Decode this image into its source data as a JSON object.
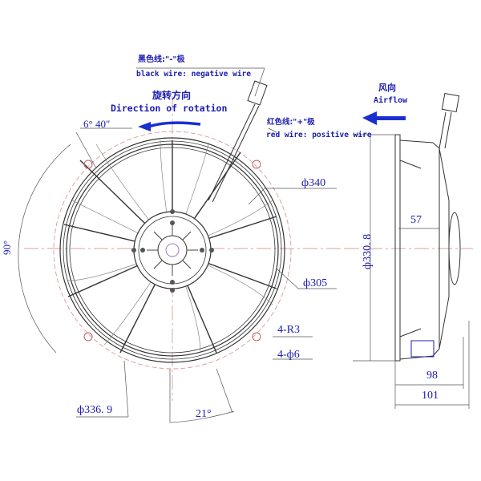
{
  "annotations": {
    "black_wire_cn": "黑色线:\"-\"极",
    "black_wire_en": "black wire: negative wire",
    "rotation_cn": "旋转方向",
    "rotation_en": "Direction of rotation",
    "red_wire_cn": "红色线:\"+\"极",
    "red_wire_en": "red wire: positive wire",
    "airflow_cn": "风向",
    "airflow_en": "Airflow"
  },
  "dimensions": {
    "angle_small": "6° 40″",
    "angle_90": "90°",
    "angle_21": "21°",
    "dia_340": "ф340",
    "dia_305": "ф305",
    "dia_336_9": "ф336. 9",
    "r3": "4-R3",
    "hole_6": "4-ф6",
    "side_dia": "ф330. 8",
    "depth_57": "57",
    "depth_98": "98",
    "depth_101": "101"
  },
  "colors": {
    "dimension_text": "#1c1cb0",
    "arrow": "#1a2fd0",
    "drawing_line": "#333333",
    "center_line": "#d08080"
  }
}
